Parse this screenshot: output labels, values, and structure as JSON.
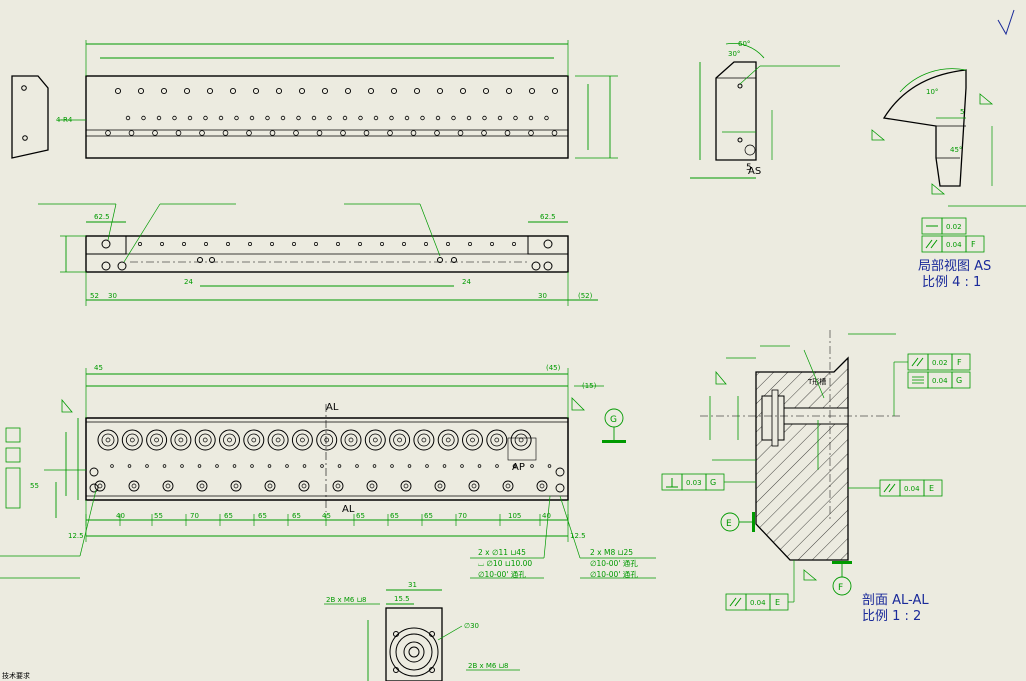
{
  "colors": {
    "background": "#ecebe0",
    "part_outline": "#000000",
    "dimension": "#009a00",
    "annotation_blue": "#1a2a9a"
  },
  "top_view": {
    "side_label": "4-R4"
  },
  "bottom_view": {
    "dim_45_left": "45",
    "dim_45_right": "(45)",
    "dim_15": "(15)",
    "dim_55": "55",
    "dim_40": "40",
    "dim_70": "70",
    "dim_65": "65",
    "dim_45_mid": "45",
    "dim_105": "105",
    "dim_12_5_left": "12.5",
    "dim_12_5_right": "12.5",
    "section_label_top": "AL",
    "section_label_bottom": "AL",
    "detail_label": "AP",
    "datum_g": "G",
    "callouts": [
      {
        "line1": "2 x ∅11 ⊔45",
        "line2": "⌴ ∅10 ⊔10.00",
        "line3": "∅10-00' 通孔"
      },
      {
        "line1": "2 x M8 ⊔25",
        "line2": "∅10-00' 通孔",
        "line3": "∅10-00' 通孔"
      }
    ]
  },
  "side_view": {
    "dim_62_5_left": "62.5",
    "dim_62_5_right": "62.5",
    "dim_24_left": "24",
    "dim_24_right": "24",
    "dim_30_left": "30",
    "dim_30_right": "30",
    "dim_52_left": "52",
    "dim_52_right": "(52)"
  },
  "detail_as": {
    "dim_60": "60°",
    "dim_30": "30°",
    "dim_5": "5",
    "label": "AS",
    "title_line1": "局部视图 AS",
    "title_line2": "比例 4 : 1",
    "tol_row1": "0.02",
    "tol_row2": "0.04",
    "tol_datum": "F",
    "angle_10": "10°",
    "angle_45": "45°",
    "dim_5a": "5"
  },
  "section_al": {
    "title_line1": "剖面 AL-AL",
    "title_line2": "比例 1 : 2",
    "label_e": "E",
    "label_f": "F",
    "tol_f": "F",
    "tol_g": "G",
    "tol_e": "E",
    "tol_g2": "G",
    "tol_e2": "E",
    "text_nut": "T形槽",
    "value_002": "0.02",
    "value_004": "0.04",
    "value_003": "0.03"
  },
  "bottom_part": {
    "dim_31": "31",
    "dim_15_5": "15.5",
    "dim_30": "∅30",
    "callout_top": "2B x M6 ⊔8",
    "callout_bottom": "2B x M6 ⊔8"
  },
  "footer_left": "技术要求"
}
